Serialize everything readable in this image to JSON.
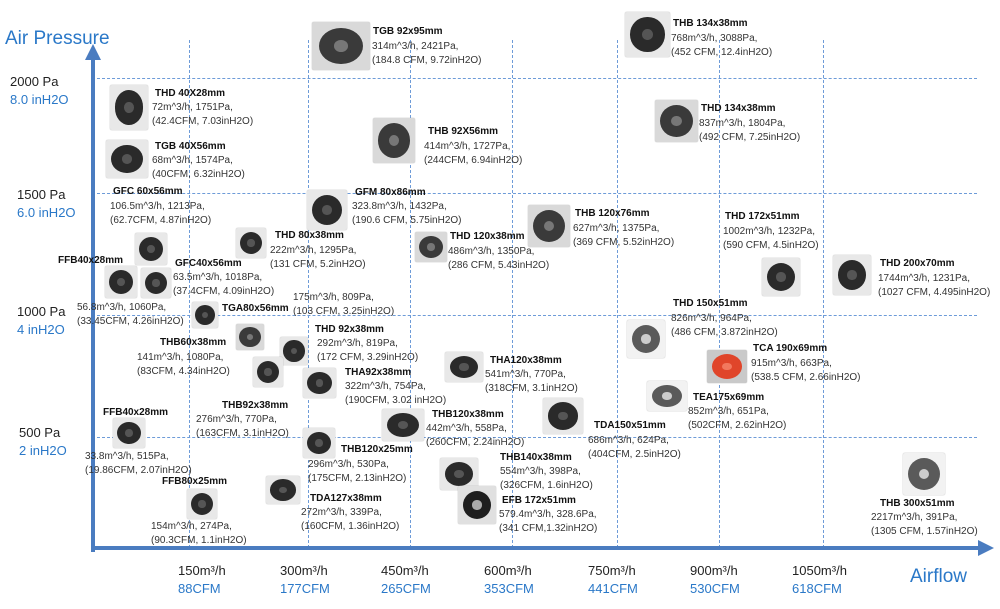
{
  "axes": {
    "y_title": "Air Pressure",
    "x_title": "Airflow",
    "y_ticks": [
      {
        "pa": "2000 Pa",
        "inh2o": "8.0 inH2O"
      },
      {
        "pa": "1500 Pa",
        "inh2o": "6.0 inH2O"
      },
      {
        "pa": "1000 Pa",
        "inh2o": "4 inH2O"
      },
      {
        "pa": "500 Pa",
        "inh2o": "2 inH2O"
      }
    ],
    "x_ticks": [
      {
        "m3h": "150m³/h",
        "cfm": "88CFM"
      },
      {
        "m3h": "300m³/h",
        "cfm": "177CFM"
      },
      {
        "m3h": "450m³/h",
        "cfm": "265CFM"
      },
      {
        "m3h": "600m³/h",
        "cfm": "353CFM"
      },
      {
        "m3h": "750m³/h",
        "cfm": "441CFM"
      },
      {
        "m3h": "900m³/h",
        "cfm": "530CFM"
      },
      {
        "m3h": "1050m³/h",
        "cfm": "618CFM"
      }
    ]
  },
  "fans": [
    {
      "name": "TGB 92x95mm",
      "line1": "314m^3/h, 2421Pa,",
      "line2": "(184.8 CFM, 9.72inH2O)"
    },
    {
      "name": "THB 134x38mm",
      "line1": "768m^3/h, 3088Pa,",
      "line2": "(452 CFM, 12.4inH2O)"
    },
    {
      "name": "THD 40X28mm",
      "line1": "72m^3/h, 1751Pa,",
      "line2": "(42.4CFM, 7.03inH2O)"
    },
    {
      "name": "TGB 40X56mm",
      "line1": "68m^3/h, 1574Pa,",
      "line2": "(40CFM, 6.32inH2O)"
    },
    {
      "name": "THB 92X56mm",
      "line1": "414m^3/h, 1727Pa,",
      "line2": "(244CFM, 6.94inH2O)"
    },
    {
      "name": "THD 134x38mm",
      "line1": "837m^3/h, 1804Pa,",
      "line2": "(492 CFM, 7.25inH2O)"
    },
    {
      "name": "GFC 60x56mm",
      "line1": "106.5m^3/h, 1213Pa,",
      "line2": "(62.7CFM, 4.87inH2O)"
    },
    {
      "name": "GFM 80x86mm",
      "line1": "323.8m^3/h, 1432Pa,",
      "line2": "(190.6 CFM, 5.75inH2O)"
    },
    {
      "name": "THD 80x38mm",
      "line1": "222m^3/h, 1295Pa,",
      "line2": "(131 CFM, 5.2inH2O)"
    },
    {
      "name": "THD 120x38mm",
      "line1": "486m^3/h, 1350Pa,",
      "line2": "(286 CFM, 5.43inH2O)"
    },
    {
      "name": "THB 120x76mm",
      "line1": "627m^3/h, 1375Pa,",
      "line2": "(369 CFM, 5.52inH2O)"
    },
    {
      "name": "THD 172x51mm",
      "line1": "1002m^3/h, 1232Pa,",
      "line2": "(590 CFM, 4.5inH2O)"
    },
    {
      "name": "THD 200x70mm",
      "line1": "1744m^3/h, 1231Pa,",
      "line2": "(1027 CFM, 4.495inH2O)"
    },
    {
      "name": "FFB40x28mm",
      "line1": "56.8m^3/h, 1060Pa,",
      "line2": "(33.45CFM, 4.26inH2O)"
    },
    {
      "name": "GFC40x56mm",
      "line1": "63.5m^3/h, 1018Pa,",
      "line2": "(37.4CFM, 4.09inH2O)"
    },
    {
      "name": "TGA80x56mm",
      "line1": "175m^3/h, 809Pa,",
      "line2": "(103 CFM, 3.25inH2O)"
    },
    {
      "name": "THB60x38mm",
      "line1": "141m^3/h, 1080Pa,",
      "line2": "(83CFM, 4.34inH2O)"
    },
    {
      "name": "THD 92x38mm",
      "line1": "292m^3/h, 819Pa,",
      "line2": "(172 CFM, 3.29inH2O)"
    },
    {
      "name": "THA92x38mm",
      "line1": "322m^3/h, 754Pa,",
      "line2": "(190CFM, 3.02 inH2O)"
    },
    {
      "name": "THB92x38mm",
      "line1": "276m^3/h, 770Pa,",
      "line2": "(163CFM, 3.1inH2O)"
    },
    {
      "name": "THB120x38mm",
      "line1": "442m^3/h, 558Pa,",
      "line2": "(260CFM, 2.24inH2O)"
    },
    {
      "name": "THA120x38mm",
      "line1": "541m^3/h, 770Pa,",
      "line2": "(318CFM, 3.1inH2O)"
    },
    {
      "name": "THB120x25mm",
      "line1": "296m^3/h, 530Pa,",
      "line2": "(175CFM, 2.13inH2O)"
    },
    {
      "name": "FFB40x28mm",
      "line1": "33.8m^3/h, 515Pa,",
      "line2": "(19.86CFM, 2.07inH2O)"
    },
    {
      "name": "FFB80x25mm",
      "line1": "154m^3/h, 274Pa,",
      "line2": "(90.3CFM, 1.1inH2O)"
    },
    {
      "name": "TDA127x38mm",
      "line1": "272m^3/h, 339Pa,",
      "line2": "(160CFM, 1.36inH2O)"
    },
    {
      "name": "THB140x38mm",
      "line1": "554m^3/h, 398Pa,",
      "line2": "(326CFM, 1.6inH2O)"
    },
    {
      "name": "EFB 172x51mm",
      "line1": "579.4m^3/h, 328.6Pa,",
      "line2": "(341 CFM,1.32inH2O)"
    },
    {
      "name": "TDA150x51mm",
      "line1": "686m^3/h, 624Pa,",
      "line2": "(404CFM, 2.5inH2O)"
    },
    {
      "name": "THD 150x51mm",
      "line1": "826m^3/h, 964Pa,",
      "line2": "(486 CFM, 3.872inH2O)"
    },
    {
      "name": "TCA 190x69mm",
      "line1": "915m^3/h, 663Pa,",
      "line2": "(538.5 CFM, 2.66inH2O)"
    },
    {
      "name": "TEA175x69mm",
      "line1": "852m^3/h, 651Pa,",
      "line2": "(502CFM, 2.62inH2O)"
    },
    {
      "name": "THB 300x51mm",
      "line1": "2217m^3/h, 391Pa,",
      "line2": "(1305 CFM, 1.57inH2O)"
    }
  ]
}
